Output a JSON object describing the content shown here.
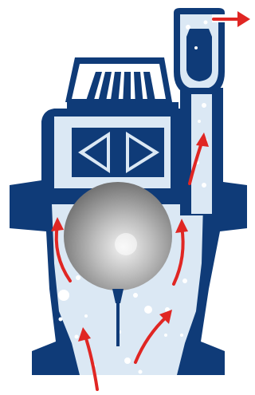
{
  "diagram": {
    "type": "air-release-valve-cross-section",
    "labels": [],
    "colors": {
      "body": "#0f3b78",
      "water": "#dbe8f4",
      "bubble": "#ffffff",
      "arrow": "#e02623",
      "float_light": "#e4e4e4",
      "float_dark": "#7a7a7a"
    },
    "parts": [
      {
        "id": "valve-body",
        "icon": "valve-body-shape"
      },
      {
        "id": "float-ball",
        "icon": "ball-shape"
      },
      {
        "id": "bonnet-cover",
        "icon": "ribbed-cover-shape"
      },
      {
        "id": "side-vent-pipe",
        "icon": "pipe-shape"
      },
      {
        "id": "vent-chamber",
        "icon": "chamber-shape"
      }
    ],
    "flow_arrows": 6,
    "outlet_arrow": 1
  }
}
